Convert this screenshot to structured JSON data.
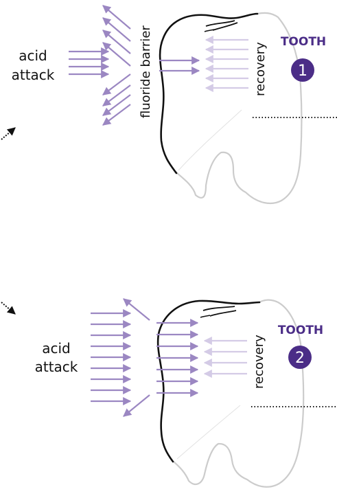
{
  "colors": {
    "arrow": "#9b87c2",
    "arrow_faded": "#d4cbe6",
    "accent": "#4b2d87",
    "outline": "#cccccc",
    "enamel": "#111111"
  },
  "panel1": {
    "acid_attack_line1": "acid",
    "acid_attack_line2": "attack",
    "barrier_label": "fluoride barrier",
    "recovery_label": "recovery",
    "tooth_label": "TOOTH",
    "tooth_number": "1"
  },
  "panel2": {
    "acid_attack_line1": "acid",
    "acid_attack_line2": "attack",
    "recovery_label": "recovery",
    "tooth_label": "TOOTH",
    "tooth_number": "2"
  }
}
